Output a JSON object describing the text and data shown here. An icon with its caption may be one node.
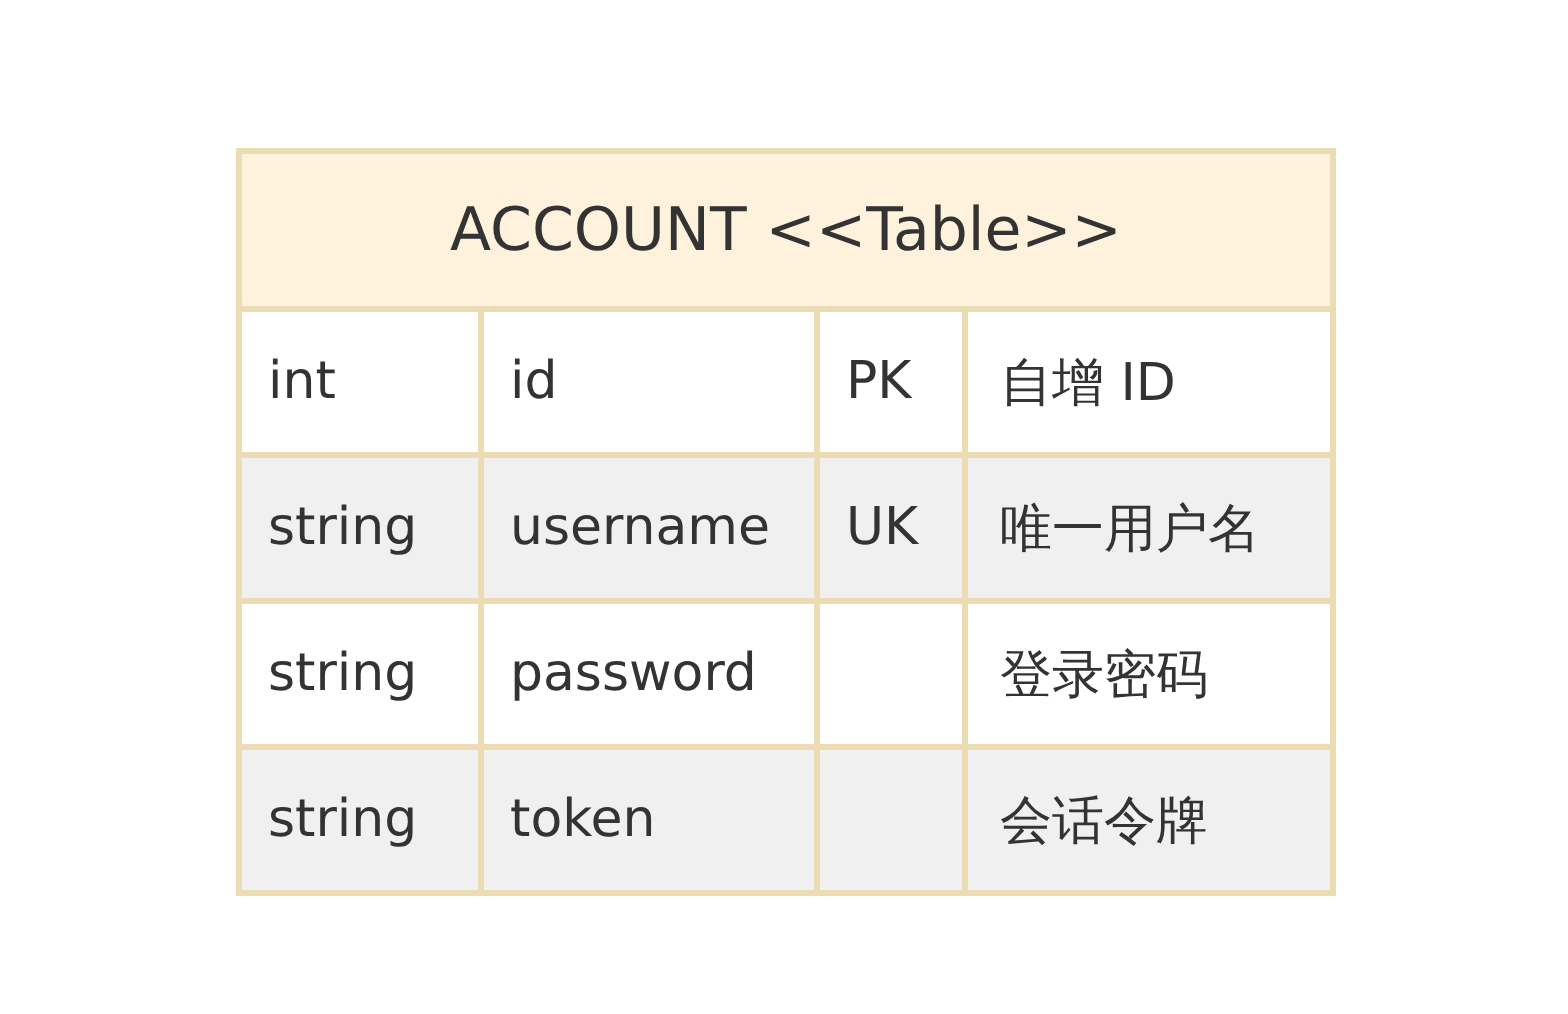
{
  "diagram": {
    "nodes": [
      {
        "text": [
          "ACCOUNT <<Table>>"
        ]
      }
    ],
    "labels": [
      "int",
      "id",
      "PK",
      "自增 ID",
      "string",
      "username",
      "UK",
      "唯一用户名",
      "string",
      "password",
      "登录密码",
      "string",
      "token",
      "会话令牌"
    ]
  }
}
